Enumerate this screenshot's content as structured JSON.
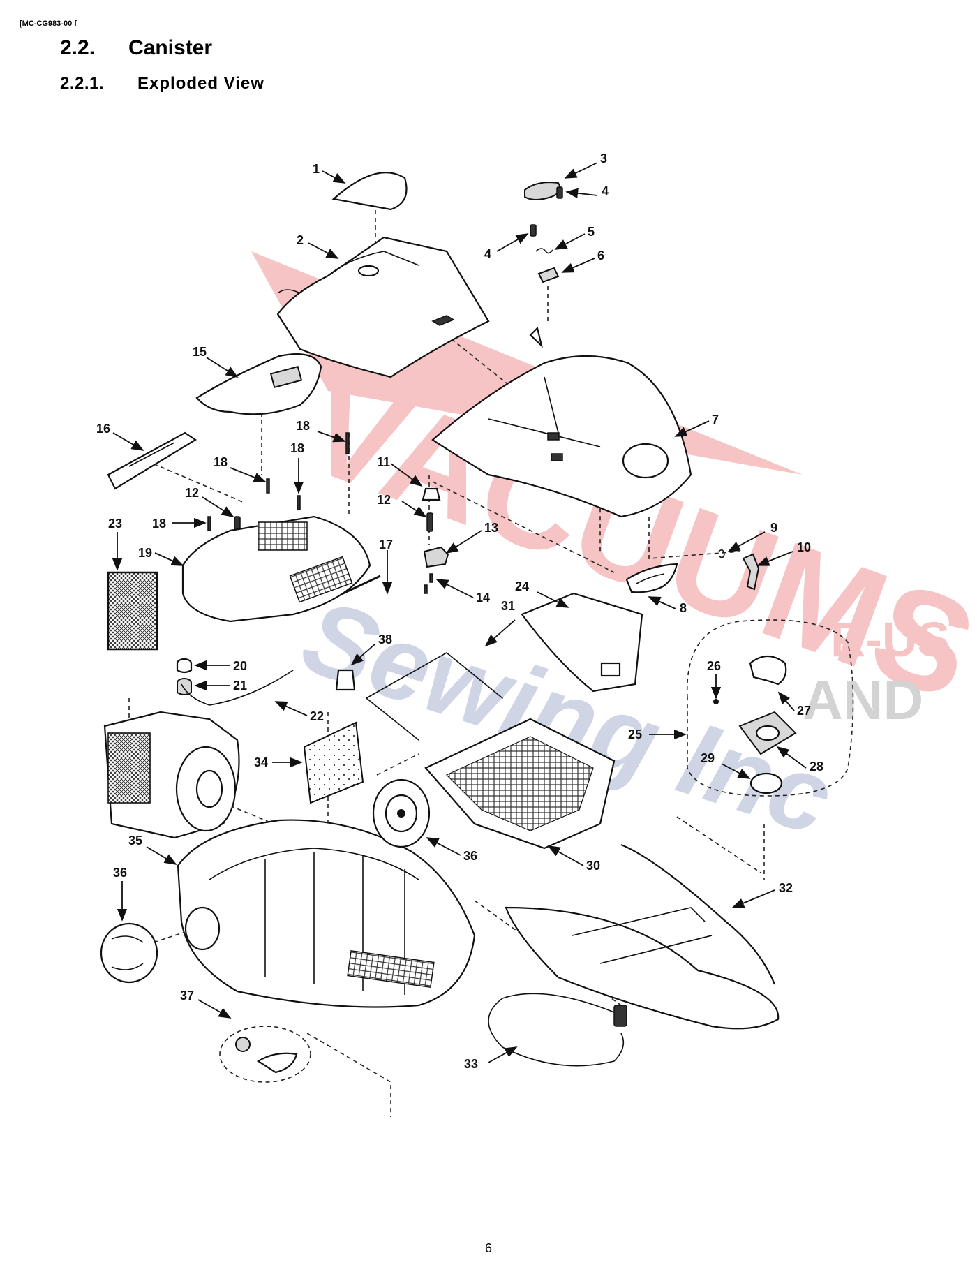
{
  "header": {
    "doc_ref": "[MC-CG983-00 f",
    "section_number": "2.2.",
    "section_title": "Canister",
    "subsection_number": "2.2.1.",
    "subsection_title": "Exploded View"
  },
  "diagram": {
    "callouts": [
      "1",
      "2",
      "3",
      "4",
      "4",
      "5",
      "6",
      "7",
      "8",
      "9",
      "10",
      "11",
      "12",
      "12",
      "13",
      "14",
      "15",
      "16",
      "17",
      "18",
      "18",
      "18",
      "18",
      "19",
      "20",
      "21",
      "22",
      "23",
      "24",
      "25",
      "26",
      "27",
      "28",
      "29",
      "30",
      "31",
      "32",
      "33",
      "34",
      "35",
      "36",
      "36",
      "37",
      "38"
    ],
    "watermark": {
      "line1": "VACUUMS",
      "line2": "Sewing Inc",
      "line3": "R-US",
      "line4": "AND",
      "color_red": "#e03030",
      "color_blue": "#5a6aa8"
    }
  },
  "footer": {
    "page_number": "6"
  }
}
